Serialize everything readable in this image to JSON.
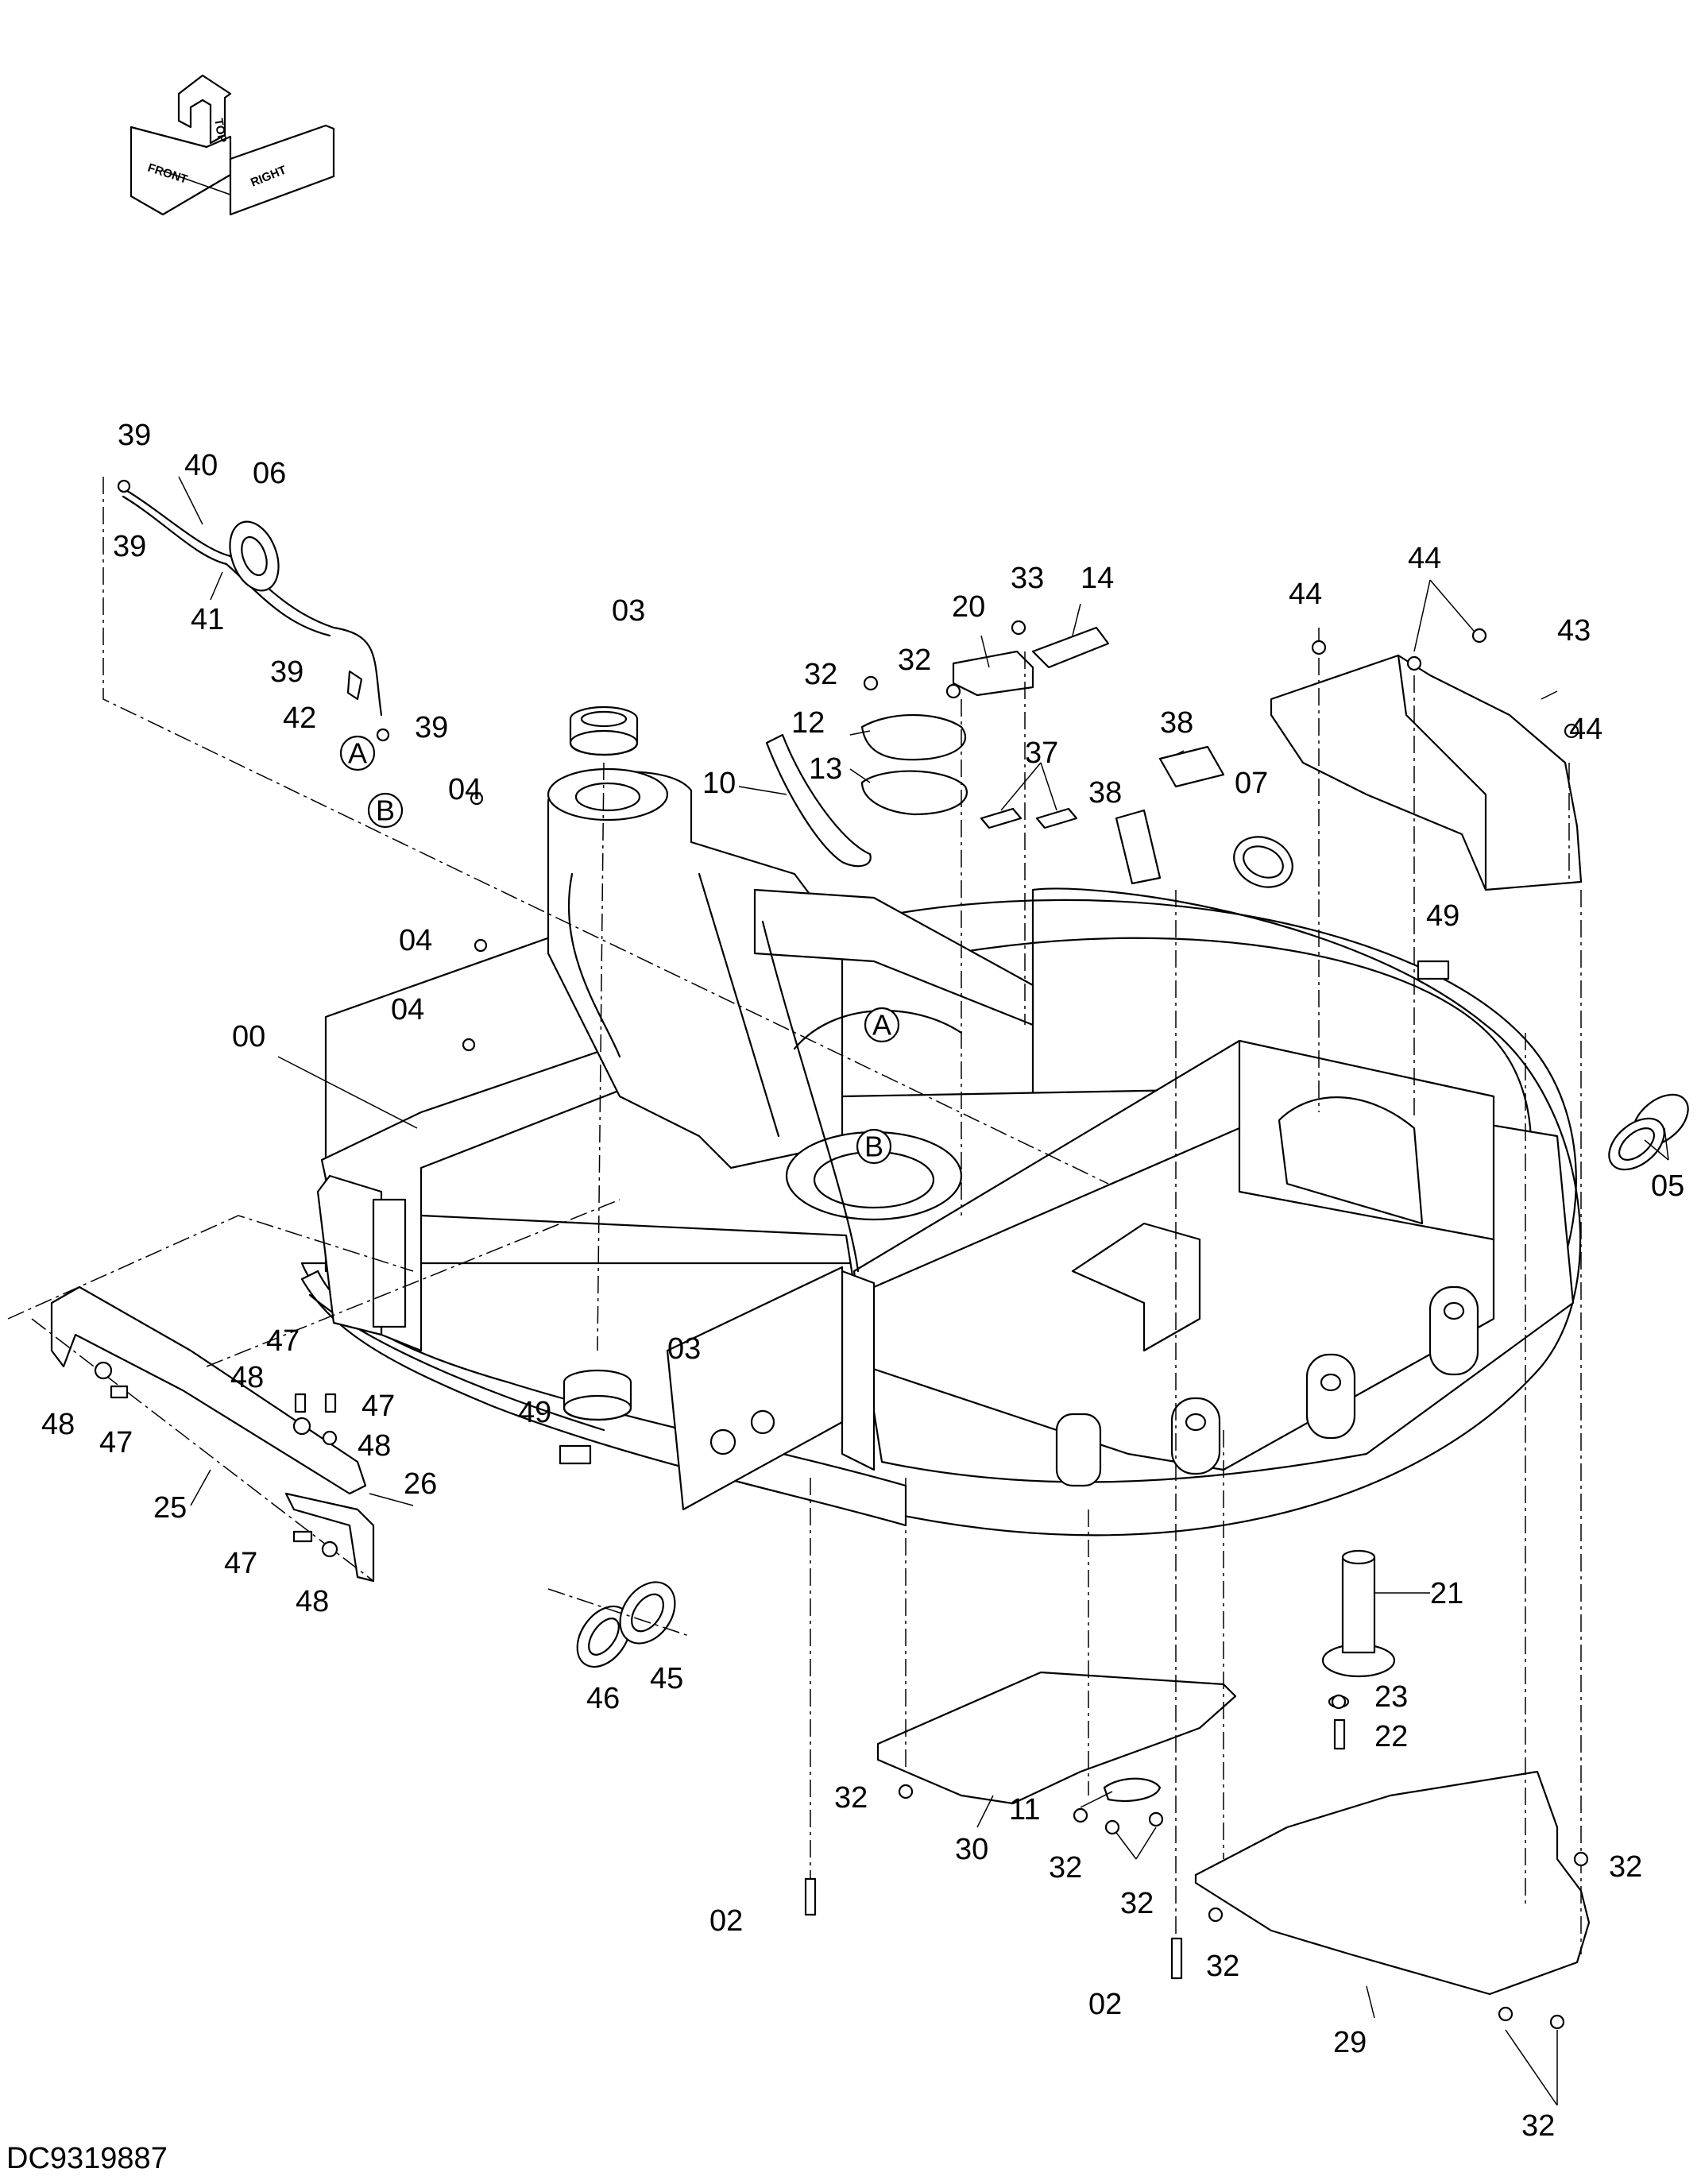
{
  "drawing_number": "DC9319887",
  "orientation_icon": {
    "front": "FRONT",
    "top": "TOP",
    "right": "RIGHT"
  },
  "callouts": [
    {
      "id": "c1",
      "text": "39"
    },
    {
      "id": "c2",
      "text": "40"
    },
    {
      "id": "c3",
      "text": "06"
    },
    {
      "id": "c4",
      "text": "39"
    },
    {
      "id": "c5",
      "text": "41"
    },
    {
      "id": "c6",
      "text": "39"
    },
    {
      "id": "c7",
      "text": "42"
    },
    {
      "id": "c8",
      "text": "39"
    },
    {
      "id": "c9",
      "text": "03"
    },
    {
      "id": "c10",
      "text": "04"
    },
    {
      "id": "c11",
      "text": "04"
    },
    {
      "id": "c12",
      "text": "04"
    },
    {
      "id": "c13",
      "text": "00"
    },
    {
      "id": "c14",
      "text": "10"
    },
    {
      "id": "c15",
      "text": "12"
    },
    {
      "id": "c16",
      "text": "13"
    },
    {
      "id": "c17",
      "text": "32"
    },
    {
      "id": "c18",
      "text": "32"
    },
    {
      "id": "c19",
      "text": "20"
    },
    {
      "id": "c20",
      "text": "33"
    },
    {
      "id": "c21",
      "text": "14"
    },
    {
      "id": "c22",
      "text": "37"
    },
    {
      "id": "c23",
      "text": "38"
    },
    {
      "id": "c24",
      "text": "38"
    },
    {
      "id": "c25",
      "text": "07"
    },
    {
      "id": "c26",
      "text": "44"
    },
    {
      "id": "c27",
      "text": "44"
    },
    {
      "id": "c28",
      "text": "43"
    },
    {
      "id": "c29",
      "text": "44"
    },
    {
      "id": "c30",
      "text": "49"
    },
    {
      "id": "c31",
      "text": "05"
    },
    {
      "id": "c32",
      "text": "03"
    },
    {
      "id": "c33",
      "text": "49"
    },
    {
      "id": "c34",
      "text": "47"
    },
    {
      "id": "c35",
      "text": "48"
    },
    {
      "id": "c36",
      "text": "47"
    },
    {
      "id": "c37",
      "text": "48"
    },
    {
      "id": "c38",
      "text": "47"
    },
    {
      "id": "c39",
      "text": "48"
    },
    {
      "id": "c40",
      "text": "25"
    },
    {
      "id": "c41",
      "text": "26"
    },
    {
      "id": "c42",
      "text": "47"
    },
    {
      "id": "c43",
      "text": "48"
    },
    {
      "id": "c44",
      "text": "46"
    },
    {
      "id": "c45",
      "text": "45"
    },
    {
      "id": "c46",
      "text": "21"
    },
    {
      "id": "c47",
      "text": "23"
    },
    {
      "id": "c48",
      "text": "22"
    },
    {
      "id": "c49",
      "text": "32"
    },
    {
      "id": "c50",
      "text": "30"
    },
    {
      "id": "c51",
      "text": "11"
    },
    {
      "id": "c52",
      "text": "32"
    },
    {
      "id": "c53",
      "text": "32"
    },
    {
      "id": "c54",
      "text": "02"
    },
    {
      "id": "c55",
      "text": "32"
    },
    {
      "id": "c56",
      "text": "02"
    },
    {
      "id": "c57",
      "text": "32"
    },
    {
      "id": "c58",
      "text": "29"
    },
    {
      "id": "c59",
      "text": "32"
    }
  ],
  "reference_markers": {
    "a": "A",
    "b": "B"
  }
}
